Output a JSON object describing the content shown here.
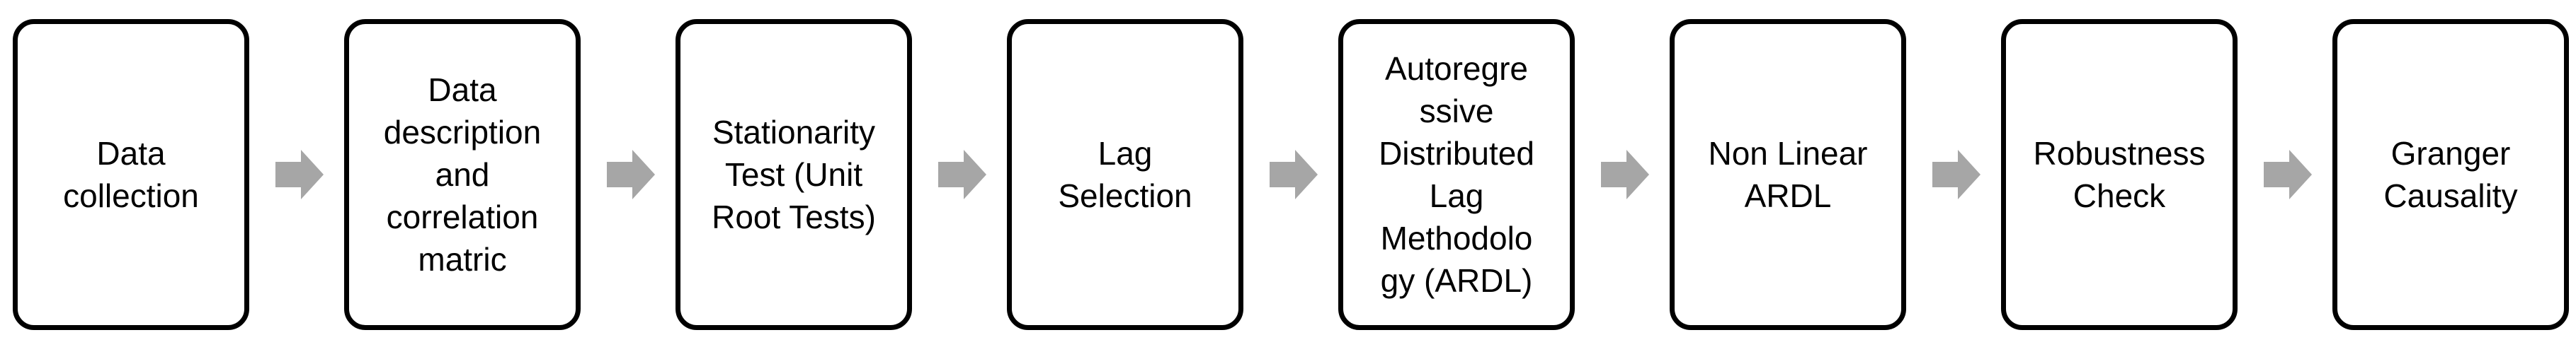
{
  "colors": {
    "box_border": "#000000",
    "box_fill": "#ffffff",
    "arrow": "#a6a6a6",
    "text": "#000000"
  },
  "steps": [
    {
      "label": "Data\ncollection"
    },
    {
      "label": "Data\ndescription\nand\ncorrelation\nmatric"
    },
    {
      "label": "Stationarity\nTest (Unit\nRoot Tests)"
    },
    {
      "label": "Lag\nSelection"
    },
    {
      "label": "Autoregre\nssive\nDistributed\nLag\nMethodolo\ngy (ARDL)"
    },
    {
      "label": "Non Linear\nARDL"
    },
    {
      "label": "Robustness\nCheck"
    },
    {
      "label": "Granger\nCausality"
    }
  ],
  "connectors": [
    {
      "icon": "right-arrow-icon"
    },
    {
      "icon": "right-arrow-icon"
    },
    {
      "icon": "right-arrow-icon"
    },
    {
      "icon": "right-arrow-icon"
    },
    {
      "icon": "right-arrow-icon"
    },
    {
      "icon": "right-arrow-icon"
    },
    {
      "icon": "right-arrow-icon"
    }
  ]
}
